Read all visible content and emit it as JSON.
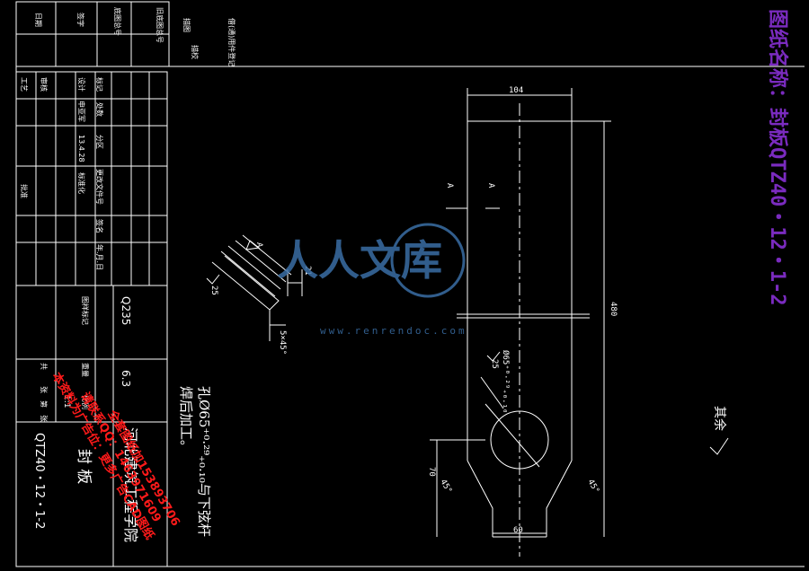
{
  "title_block": {
    "school": "河北建筑工程学院",
    "part_name": "封  板",
    "drawing_number": "QTZ40・12・1-2",
    "material": "Q235",
    "roughness": "6.3",
    "scale": "1:1",
    "weight": "重量",
    "ratio_label": "比例",
    "count_label": "图样标记",
    "row_labels": [
      "标记",
      "处数",
      "分区",
      "更改文件号",
      "签名",
      "年.月.日"
    ],
    "design_row": [
      "设计",
      "申亚军",
      "13.4.28",
      "标准化"
    ],
    "proc_labels": [
      "审核",
      "工艺",
      "批准"
    ],
    "sheet_labels": [
      "共",
      "张",
      "第",
      "张"
    ],
    "left_strip": [
      "借(通)用件登记",
      "描图",
      "描校",
      "旧底图总号",
      "底图总号",
      "签字",
      "日期"
    ]
  },
  "notes": {
    "hole": "孔Ø65⁺⁰·²⁹₊₀.₁₀与下弦杆",
    "weld": "焊后加工。",
    "rest": "其余"
  },
  "dimensions": {
    "width_top": "104",
    "height": "480",
    "bottom_width": "60",
    "lower_height": "70",
    "angle_left": "45°",
    "angle_right": "45°",
    "hole": "Ø65⁺⁰·²⁹₊₀.₁₀",
    "hole_rough": "25",
    "section_chamfer": "5×45°",
    "section_25": "25",
    "section_21": "21",
    "section_a": "A",
    "section_marker_a1": "A",
    "section_marker_a2": "A"
  },
  "watermark": {
    "site_cn": "人人文库",
    "site_url": "www.renrendoc.com",
    "vertical_title": "图纸名称：封板QTZ40・12・1-2",
    "red_notes": [
      "本资料为广告位：更多广告CAD图纸",
      "请联系QQ：1463971609",
      "全套图纸加153893706"
    ]
  },
  "colors": {
    "background": "#000000",
    "lines": "#ffffff",
    "watermark_red": "#ff1a1a",
    "watermark_purple": "#7a2bbf",
    "logo_blue": "#3a6ea5"
  }
}
